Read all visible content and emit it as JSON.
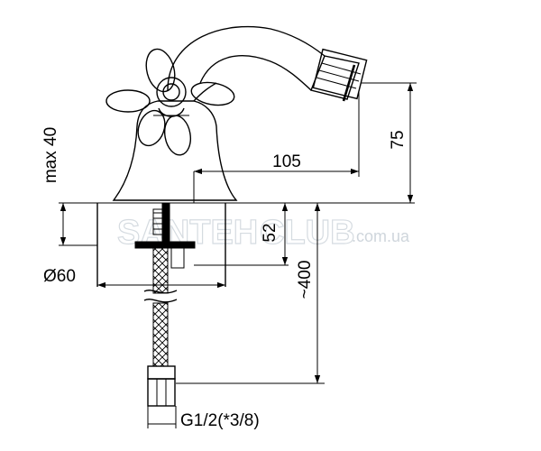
{
  "dimensions": {
    "spout_height": "75",
    "reach": "105",
    "max_height": "max 40",
    "deck_depth": "52",
    "diameter": "Ø60",
    "hose_length": "~400",
    "connection": "G1/2(*3/8)"
  },
  "watermark": {
    "brand_left": "SANTEH",
    "brand_right": "CLUB",
    "domain": ".com.ua"
  }
}
